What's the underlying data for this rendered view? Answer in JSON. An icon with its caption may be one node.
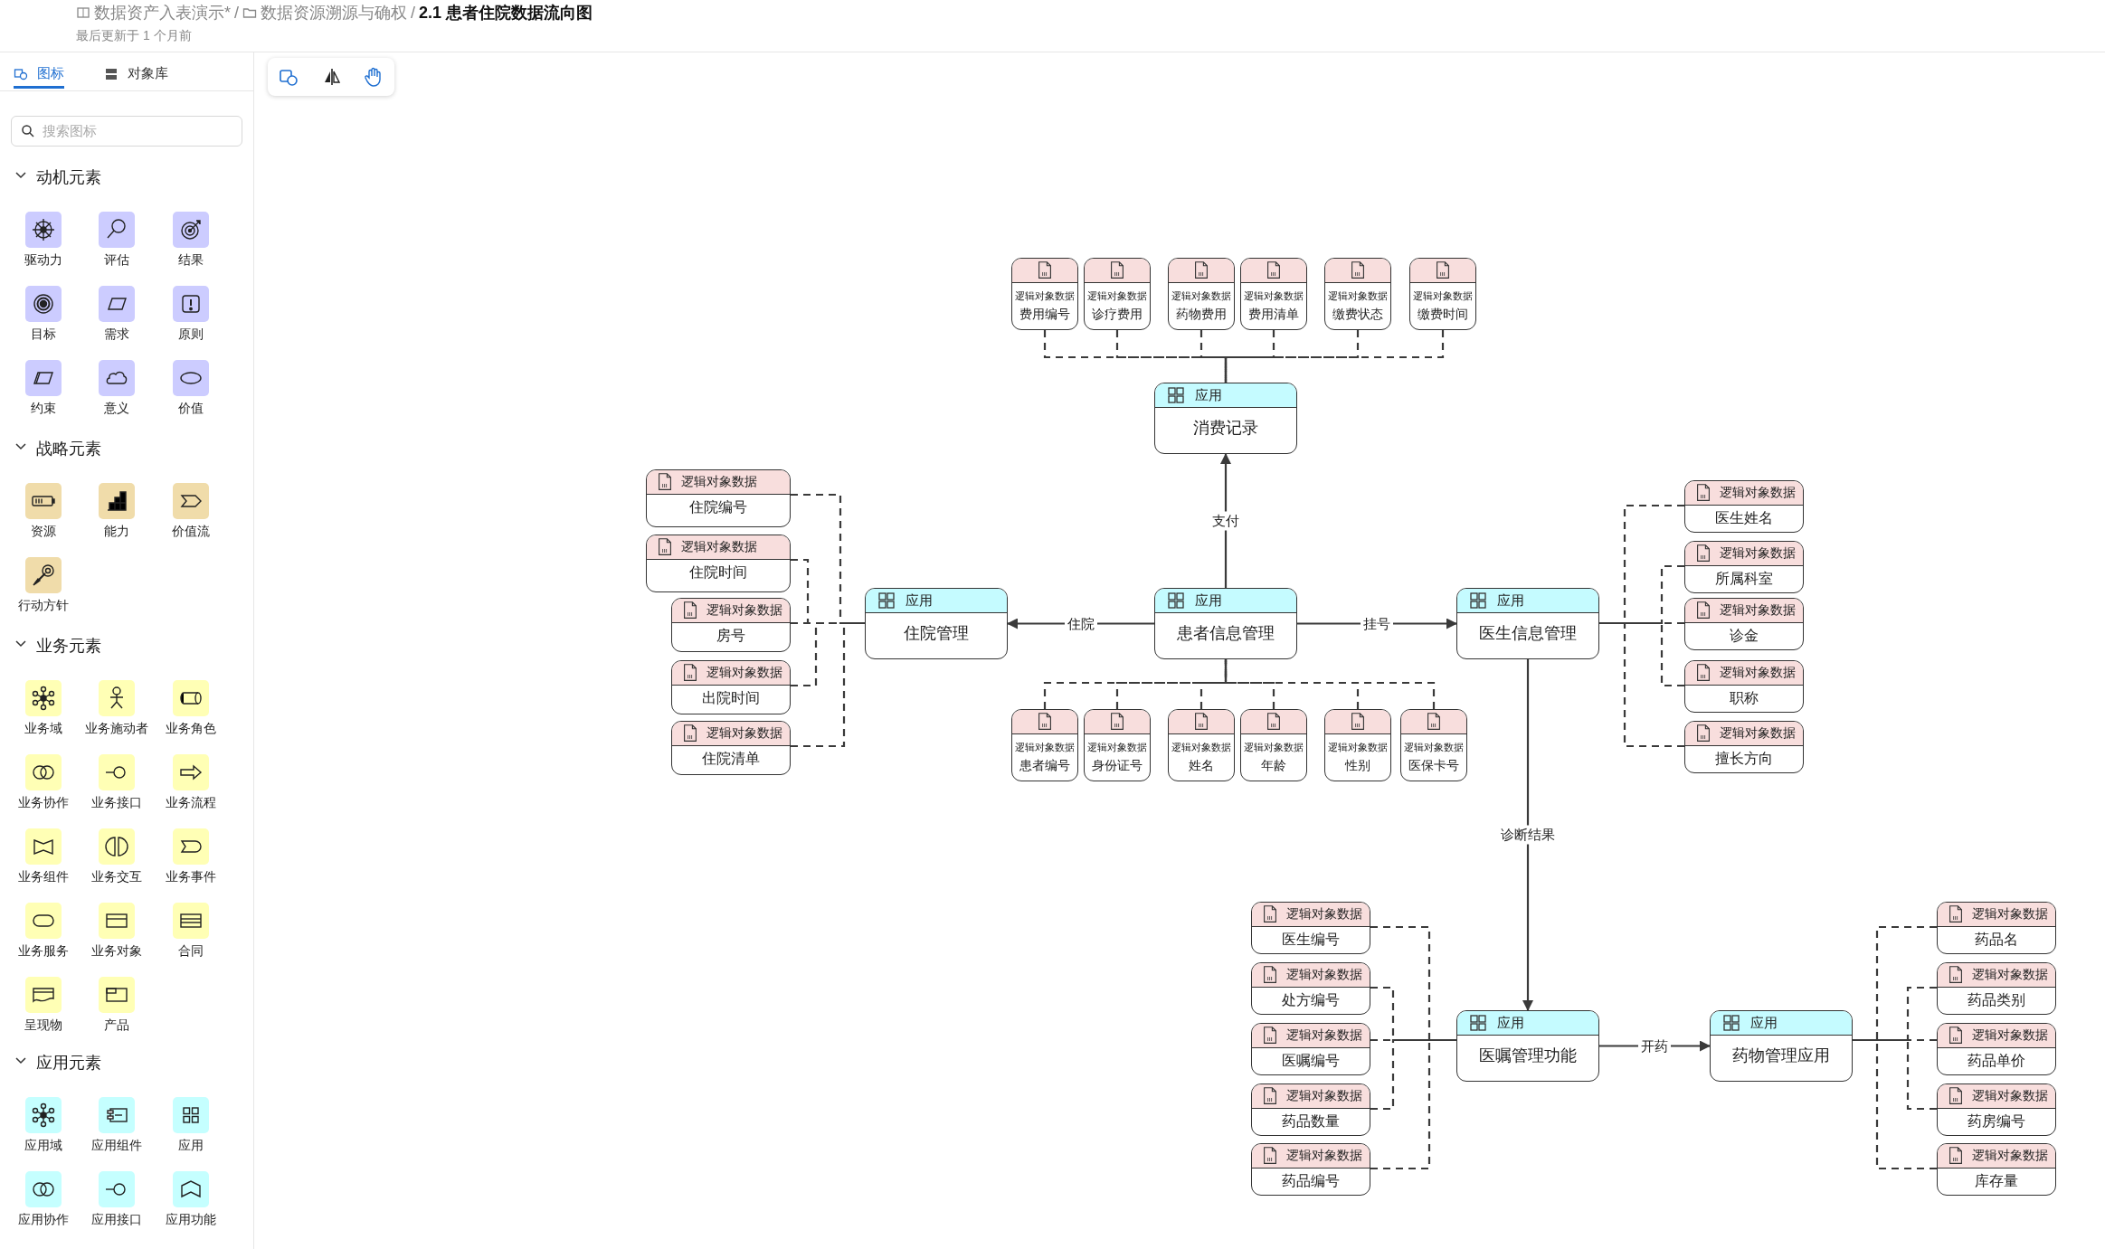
{
  "diagram": {
    "nodes": [
      {
        "text": [
          "逻辑对象数据",
          "费用编号"
        ]
      },
      {
        "text": [
          "逻辑对象数据",
          "诊疗费用"
        ]
      },
      {
        "text": [
          "逻辑对象数据",
          "药物费用"
        ]
      },
      {
        "text": [
          "逻辑对象数据",
          "费用清单"
        ]
      },
      {
        "text": [
          "逻辑对象数据",
          "缴费状态"
        ]
      },
      {
        "text": [
          "逻辑对象数据",
          "缴费时间"
        ]
      },
      {
        "text": [
          "应用",
          "消费记录"
        ]
      },
      {
        "text": [
          "逻辑对象数据",
          "住院编号"
        ]
      },
      {
        "text": [
          "逻辑对象数据",
          "住院时间"
        ]
      },
      {
        "text": [
          "逻辑对象数据",
          "房号"
        ]
      },
      {
        "text": [
          "逻辑对象数据",
          "出院时间"
        ]
      },
      {
        "text": [
          "逻辑对象数据",
          "住院清单"
        ]
      },
      {
        "text": [
          "应用",
          "住院管理"
        ]
      },
      {
        "text": [
          "应用",
          "患者信息管理"
        ]
      },
      {
        "text": [
          "应用",
          "医生信息管理"
        ]
      },
      {
        "text": [
          "逻辑对象数据",
          "医生姓名"
        ]
      },
      {
        "text": [
          "逻辑对象数据",
          "所属科室"
        ]
      },
      {
        "text": [
          "逻辑对象数据",
          "诊金"
        ]
      },
      {
        "text": [
          "逻辑对象数据",
          "职称"
        ]
      },
      {
        "text": [
          "逻辑对象数据",
          "擅长方向"
        ]
      },
      {
        "text": [
          "逻辑对象数据",
          "患者编号"
        ]
      },
      {
        "text": [
          "逻辑对象数据",
          "身份证号"
        ]
      },
      {
        "text": [
          "逻辑对象数据",
          "姓名"
        ]
      },
      {
        "text": [
          "逻辑对象数据",
          "年龄"
        ]
      },
      {
        "text": [
          "逻辑对象数据",
          "性别"
        ]
      },
      {
        "text": [
          "逻辑对象数据",
          "医保卡号"
        ]
      },
      {
        "text": [
          "逻辑对象数据",
          "医生编号"
        ]
      },
      {
        "text": [
          "逻辑对象数据",
          "处方编号"
        ]
      },
      {
        "text": [
          "逻辑对象数据",
          "医嘱编号"
        ]
      },
      {
        "text": [
          "逻辑对象数据",
          "药品数量"
        ]
      },
      {
        "text": [
          "逻辑对象数据",
          "药品编号"
        ]
      },
      {
        "text": [
          "应用",
          "医嘱管理功能"
        ]
      },
      {
        "text": [
          "应用",
          "药物管理应用"
        ]
      },
      {
        "text": [
          "逻辑对象数据",
          "药品名"
        ]
      },
      {
        "text": [
          "逻辑对象数据",
          "药品类别"
        ]
      },
      {
        "text": [
          "逻辑对象数据",
          "药品单价"
        ]
      },
      {
        "text": [
          "逻辑对象数据",
          "药房编号"
        ]
      },
      {
        "text": [
          "逻辑对象数据",
          "库存量"
        ]
      }
    ],
    "edges": [
      {
        "from": 0,
        "to": 6,
        "arrow": "none",
        "style": "dashed"
      },
      {
        "from": 1,
        "to": 6,
        "arrow": "none",
        "style": "dashed"
      },
      {
        "from": 2,
        "to": 6,
        "arrow": "none",
        "style": "dashed"
      },
      {
        "from": 3,
        "to": 6,
        "arrow": "none",
        "style": "dashed"
      },
      {
        "from": 4,
        "to": 6,
        "arrow": "none",
        "style": "dashed"
      },
      {
        "from": 5,
        "to": 6,
        "arrow": "none",
        "style": "dashed"
      },
      {
        "from": 13,
        "to": 6,
        "arrow": "to",
        "label": "支付"
      },
      {
        "from": 7,
        "to": 12,
        "arrow": "none",
        "style": "dashed"
      },
      {
        "from": 8,
        "to": 12,
        "arrow": "none",
        "style": "dashed"
      },
      {
        "from": 9,
        "to": 12,
        "arrow": "none",
        "style": "dashed"
      },
      {
        "from": 10,
        "to": 12,
        "arrow": "none",
        "style": "dashed"
      },
      {
        "from": 11,
        "to": 12,
        "arrow": "none",
        "style": "dashed"
      },
      {
        "from": 13,
        "to": 12,
        "arrow": "to",
        "label": "住院"
      },
      {
        "from": 13,
        "to": 14,
        "arrow": "to",
        "label": "挂号"
      },
      {
        "from": 15,
        "to": 14,
        "arrow": "none",
        "style": "dashed"
      },
      {
        "from": 16,
        "to": 14,
        "arrow": "none",
        "style": "dashed"
      },
      {
        "from": 17,
        "to": 14,
        "arrow": "none",
        "style": "dashed"
      },
      {
        "from": 18,
        "to": 14,
        "arrow": "none",
        "style": "dashed"
      },
      {
        "from": 19,
        "to": 14,
        "arrow": "none",
        "style": "dashed"
      },
      {
        "from": 20,
        "to": 13,
        "arrow": "none",
        "style": "dashed"
      },
      {
        "from": 21,
        "to": 13,
        "arrow": "none",
        "style": "dashed"
      },
      {
        "from": 22,
        "to": 13,
        "arrow": "none",
        "style": "dashed"
      },
      {
        "from": 23,
        "to": 13,
        "arrow": "none",
        "style": "dashed"
      },
      {
        "from": 24,
        "to": 13,
        "arrow": "none",
        "style": "dashed"
      },
      {
        "from": 25,
        "to": 13,
        "arrow": "none",
        "style": "dashed"
      },
      {
        "from": 14,
        "to": 31,
        "arrow": "to",
        "label": "诊断结果"
      },
      {
        "from": 26,
        "to": 31,
        "arrow": "none",
        "style": "dashed"
      },
      {
        "from": 27,
        "to": 31,
        "arrow": "none",
        "style": "dashed"
      },
      {
        "from": 28,
        "to": 31,
        "arrow": "none",
        "style": "dashed"
      },
      {
        "from": 29,
        "to": 31,
        "arrow": "none",
        "style": "dashed"
      },
      {
        "from": 30,
        "to": 31,
        "arrow": "none",
        "style": "dashed"
      },
      {
        "from": 31,
        "to": 32,
        "arrow": "to",
        "label": "开药"
      },
      {
        "from": 33,
        "to": 32,
        "arrow": "none",
        "style": "dashed"
      },
      {
        "from": 34,
        "to": 32,
        "arrow": "none",
        "style": "dashed"
      },
      {
        "from": 35,
        "to": 32,
        "arrow": "none",
        "style": "dashed"
      },
      {
        "from": 36,
        "to": 32,
        "arrow": "none",
        "style": "dashed"
      },
      {
        "from": 37,
        "to": 32,
        "arrow": "none",
        "style": "dashed"
      }
    ],
    "labels": [
      "数据资产入表演示*",
      "/",
      "数据资源溯源与确权",
      "/",
      "2.1 患者住院数据流向图",
      "最后更新于 1 个月前",
      "图标",
      "对象库",
      "搜索图标",
      "动机元素",
      "驱动力",
      "评估",
      "结果",
      "目标",
      "需求",
      "原则",
      "约束",
      "意义",
      "价值",
      "战略元素",
      "资源",
      "能力",
      "价值流",
      "行动方针",
      "业务元素",
      "业务域",
      "业务施动者",
      "业务角色",
      "业务协作",
      "业务接口",
      "业务流程",
      "业务组件",
      "业务交互",
      "业务事件",
      "业务服务",
      "业务对象",
      "合同",
      "呈现物",
      "产品",
      "应用元素",
      "应用域",
      "应用组件",
      "应用",
      "应用协作",
      "应用接口",
      "应用功能"
    ]
  }
}
